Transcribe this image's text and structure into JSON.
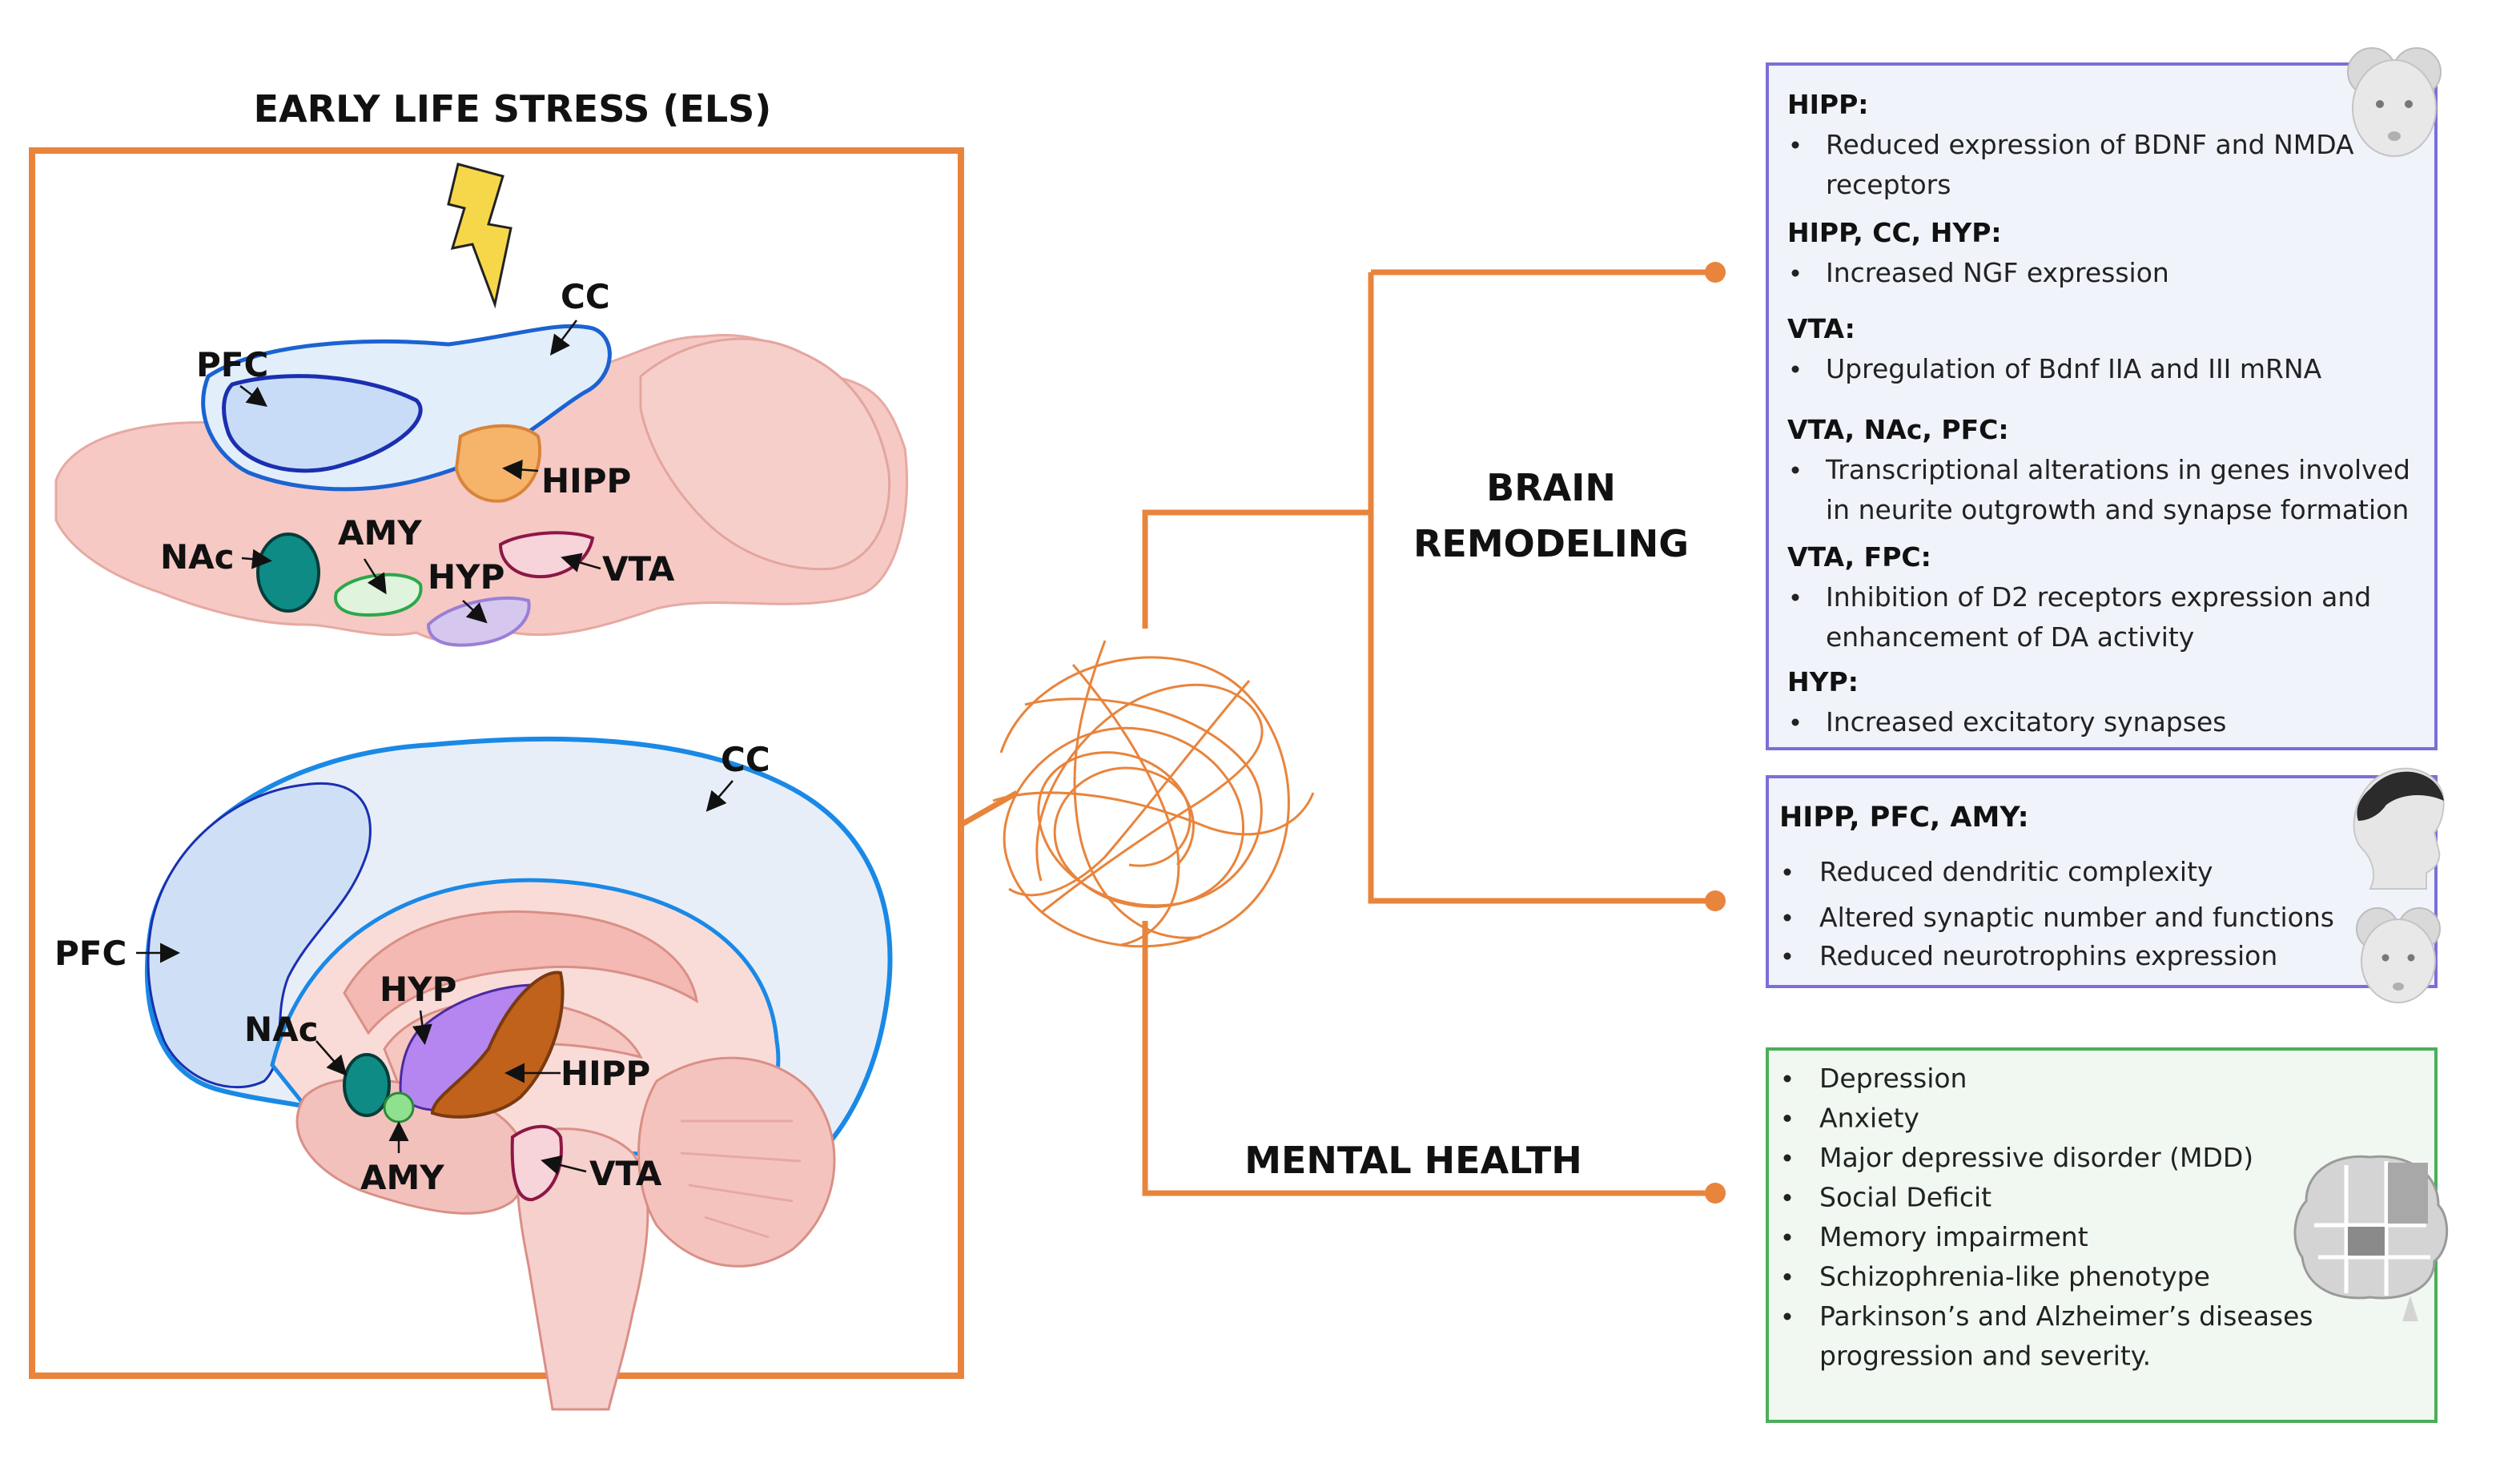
{
  "title": "EARLY LIFE STRESS (ELS)",
  "rodent_labels": {
    "pfc": "PFC",
    "cc": "CC",
    "hipp": "HIPP",
    "nac": "NAc",
    "amy": "AMY",
    "hyp": "HYP",
    "vta": "VTA"
  },
  "human_labels": {
    "cc": "CC",
    "pfc": "PFC",
    "hyp": "HYP",
    "nac": "NAc",
    "hipp": "HIPP",
    "amy": "AMY",
    "vta": "VTA"
  },
  "branches": {
    "brain_remodeling_line1": "BRAIN",
    "brain_remodeling_line2": "REMODELING",
    "mental_health": "MENTAL HEALTH"
  },
  "box1": {
    "sections": [
      {
        "head": "HIPP:",
        "lines": [
          "Reduced expression of BDNF and NMDA",
          "receptors"
        ]
      },
      {
        "head": "HIPP, CC, HYP:",
        "lines": [
          "Increased NGF expression"
        ]
      },
      {
        "head": "VTA:",
        "lines": [
          "Upregulation of Bdnf IIA and III mRNA"
        ]
      },
      {
        "head": "VTA, NAc, PFC:",
        "lines": [
          "Transcriptional alterations in genes involved",
          "in neurite outgrowth and synapse formation"
        ]
      },
      {
        "head": "VTA, FPC:",
        "lines": [
          "Inhibition of D2 receptors expression and",
          "enhancement of DA activity"
        ]
      },
      {
        "head": "HYP:",
        "lines": [
          "Increased excitatory synapses"
        ]
      }
    ],
    "icon": "mouse-icon"
  },
  "box2": {
    "head": "HIPP, PFC, AMY:",
    "items": [
      "Reduced dendritic complexity",
      "Altered synaptic number and functions",
      "Reduced neurotrophins expression"
    ],
    "icons": [
      "human-head-icon",
      "mouse-icon"
    ]
  },
  "box3": {
    "items": [
      "Depression",
      "Anxiety",
      "Major depressive disorder (MDD)",
      "Social Deficit",
      "Memory impairment",
      "Schizophrenia-like phenotype",
      "Parkinson’s  and Alzheimer’s diseases",
      "progression and severity."
    ],
    "icon": "puzzle-brain-icon"
  },
  "colors": {
    "orange": "#e8843c",
    "box1_border": "#7b6fd6",
    "box2_border": "#7b6fd6",
    "box3_border": "#4cae5a"
  }
}
